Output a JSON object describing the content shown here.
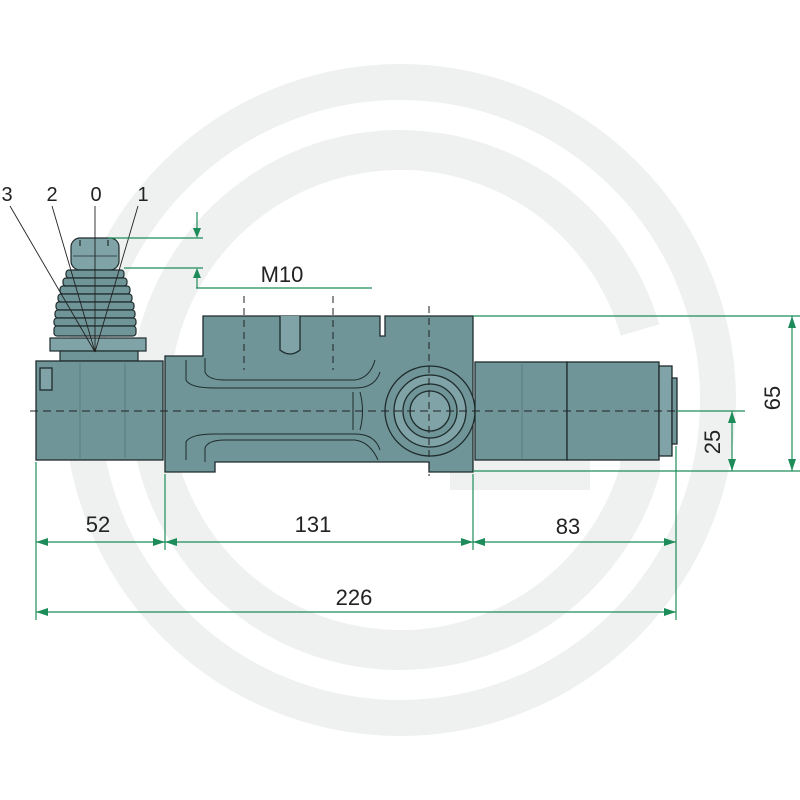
{
  "colors": {
    "body": "#6f9598",
    "body_light": "#7fa3a6",
    "body_dark": "#587d80",
    "outline": "#1f2b2c",
    "dimension": "#1e8c5a",
    "watermark": "#f1f3f2",
    "text": "#222222"
  },
  "lever_positions": {
    "p3": "3",
    "p2": "2",
    "p0": "0",
    "p1": "1"
  },
  "dimensions": {
    "thread": "M10",
    "left_section": "52",
    "middle_section": "131",
    "right_section": "83",
    "overall_length": "226",
    "overall_height": "65",
    "axis_height": "25"
  }
}
